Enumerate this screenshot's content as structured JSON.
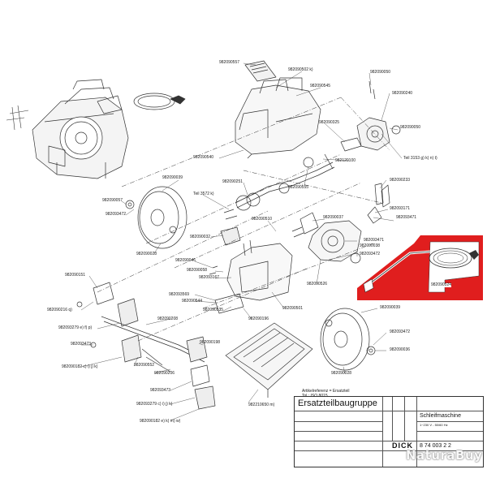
{
  "colors": {
    "line": "#333333",
    "highlight": "#e01e1e",
    "background": "#ffffff"
  },
  "part_numbers": [
    "982090557",
    "982090502 k)",
    "982090545",
    "982090050",
    "982090240",
    "982090050",
    "982090325",
    "982090540",
    "982120100",
    "Teil 3153 g) k) n) t)",
    "982090039",
    "982090251",
    "982090555",
    "Teil 3572 k)",
    "982090233",
    "982090057",
    "982093472",
    "982093171",
    "982090510",
    "982093471",
    "982090037",
    "982090032",
    "982093471",
    "982090038",
    "982090028",
    "982090046",
    "982093472",
    "982090058",
    "982093167",
    "982090526",
    "982090151",
    "982093569",
    "982090544",
    "982090535",
    "982090501",
    "982090216 q)",
    "982090196",
    "982090208",
    "982093279 e) f) p)",
    "982093473",
    "982090198",
    "982090039",
    "982090182 c) i) j) k)",
    "982090552",
    "982090206",
    "982093472",
    "982090036",
    "982093473",
    "982090028",
    "982093279 c) i) j) k)",
    "982210650 m)",
    "982090182 e) k) m) w)",
    "982090524"
  ],
  "title_block": {
    "note_line1": "Artikelreferenz = Ersatzteil",
    "note_line2": "Tol.: ISO 8015",
    "title": "Ersatzteilbaugruppe",
    "machine": "Schleifmaschine",
    "spec": "1~230 V - 50/60 Hz",
    "drawing_number": "8 74 003 2 2",
    "brand": "DICK"
  },
  "watermark": "NaturaBuy"
}
